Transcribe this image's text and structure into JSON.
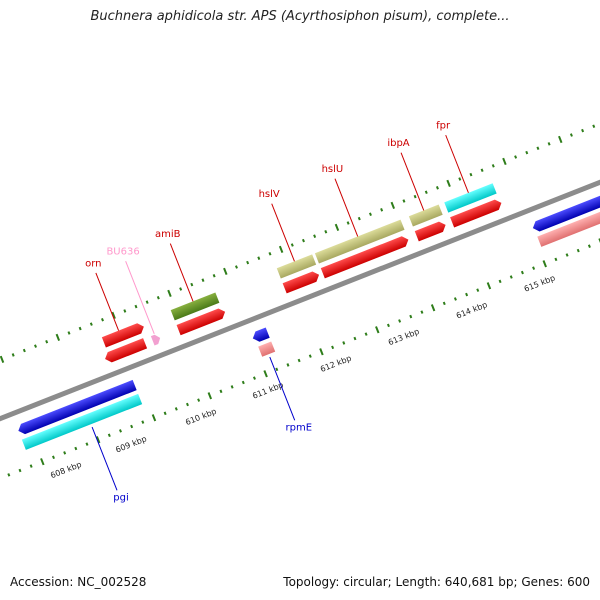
{
  "title": "Buchnera aphidicola str. APS (Acyrthosiphon pisum), complete...",
  "footer": {
    "accession": "Accession: NC_002528",
    "summary": "Topology: circular; Length: 640,681 bp; Genes: 600"
  },
  "colors": {
    "backbone": "#8c8c8c",
    "tick": "#2e7d1a",
    "label": "#222222"
  },
  "axis": {
    "kbp_labels": [
      "608 kbp",
      "609 kbp",
      "610 kbp",
      "611 kbp",
      "612 kbp",
      "613 kbp",
      "614 kbp",
      "615 kbp"
    ]
  },
  "genes": [
    {
      "name": "pgi",
      "color": "#0000cc"
    },
    {
      "name": "orn",
      "color": "#cc0000"
    },
    {
      "name": "BU636",
      "color": "#ff99cc"
    },
    {
      "name": "amiB",
      "color": "#cc0000"
    },
    {
      "name": "rpmE",
      "color": "#0000cc"
    },
    {
      "name": "hslV",
      "color": "#cc0000"
    },
    {
      "name": "hslU",
      "color": "#cc0000"
    },
    {
      "name": "ibpA",
      "color": "#cc0000"
    },
    {
      "name": "fpr",
      "color": "#cc0000"
    }
  ]
}
